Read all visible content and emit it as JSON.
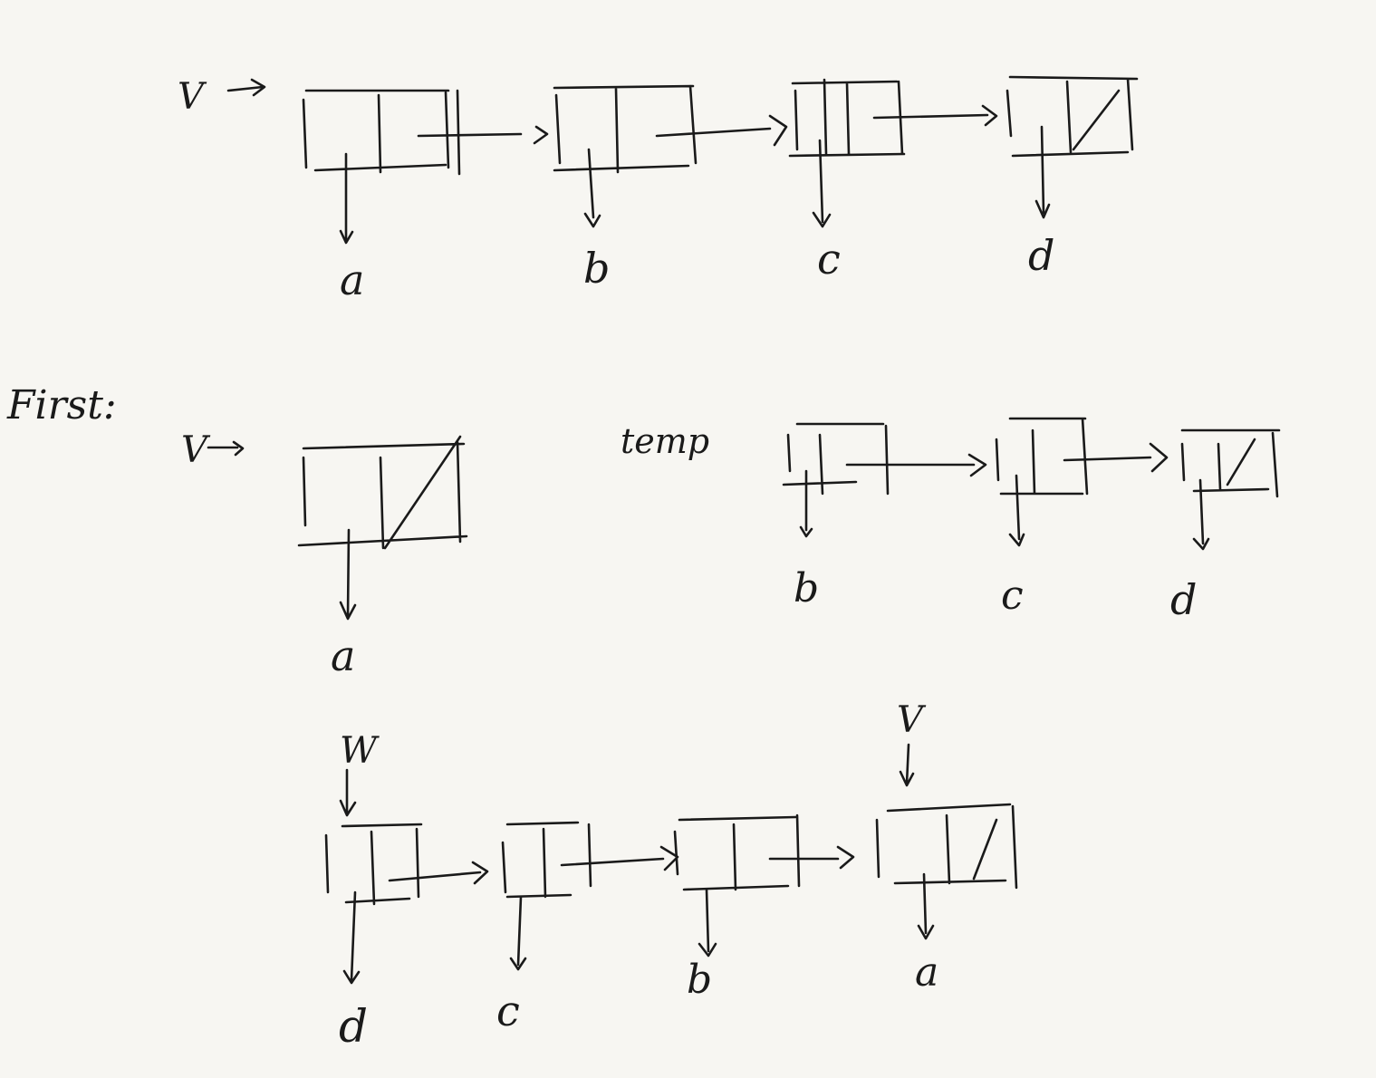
{
  "diagram": {
    "section_label": "First:",
    "row1": {
      "pointer": "V",
      "nodes": [
        {
          "value": "a",
          "is_tail": false
        },
        {
          "value": "b",
          "is_tail": false
        },
        {
          "value": "c",
          "is_tail": false
        },
        {
          "value": "d",
          "is_tail": true
        }
      ]
    },
    "row2": {
      "pointer": "V",
      "nodes": [
        {
          "value": "a",
          "is_tail": true
        }
      ]
    },
    "row2_temp": {
      "pointer": "temp",
      "nodes": [
        {
          "value": "b",
          "is_tail": false
        },
        {
          "value": "c",
          "is_tail": false
        },
        {
          "value": "d",
          "is_tail": true
        }
      ]
    },
    "row3": {
      "pointer_w": "W",
      "pointer_v": "V",
      "nodes": [
        {
          "value": "d",
          "is_tail": false
        },
        {
          "value": "c",
          "is_tail": false
        },
        {
          "value": "b",
          "is_tail": false
        },
        {
          "value": "a",
          "is_tail": true
        }
      ]
    }
  }
}
